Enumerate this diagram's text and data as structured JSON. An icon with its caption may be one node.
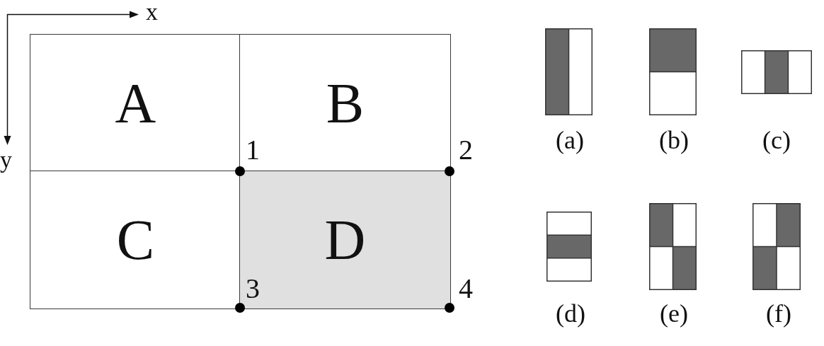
{
  "diagram": {
    "nodes": [
      {
        "text": [
          "A"
        ]
      },
      {
        "text": [
          "B"
        ]
      },
      {
        "text": [
          "C"
        ]
      },
      {
        "text": [
          "D"
        ]
      },
      {
        "text": [],
        "shape": "box",
        "beside": [
          "(a)"
        ]
      },
      {
        "text": [],
        "shape": "box",
        "beside": [
          "(b)"
        ]
      },
      {
        "text": [],
        "shape": "box",
        "beside": [
          "(c)"
        ]
      },
      {
        "text": [],
        "shape": "box",
        "beside": [
          "(d)"
        ]
      },
      {
        "text": [],
        "shape": "box",
        "beside": [
          "(e)"
        ]
      },
      {
        "text": [],
        "shape": "box",
        "beside": [
          "(f)"
        ]
      }
    ],
    "labels": [
      "x",
      "y",
      "1",
      "2",
      "3",
      "4"
    ]
  }
}
